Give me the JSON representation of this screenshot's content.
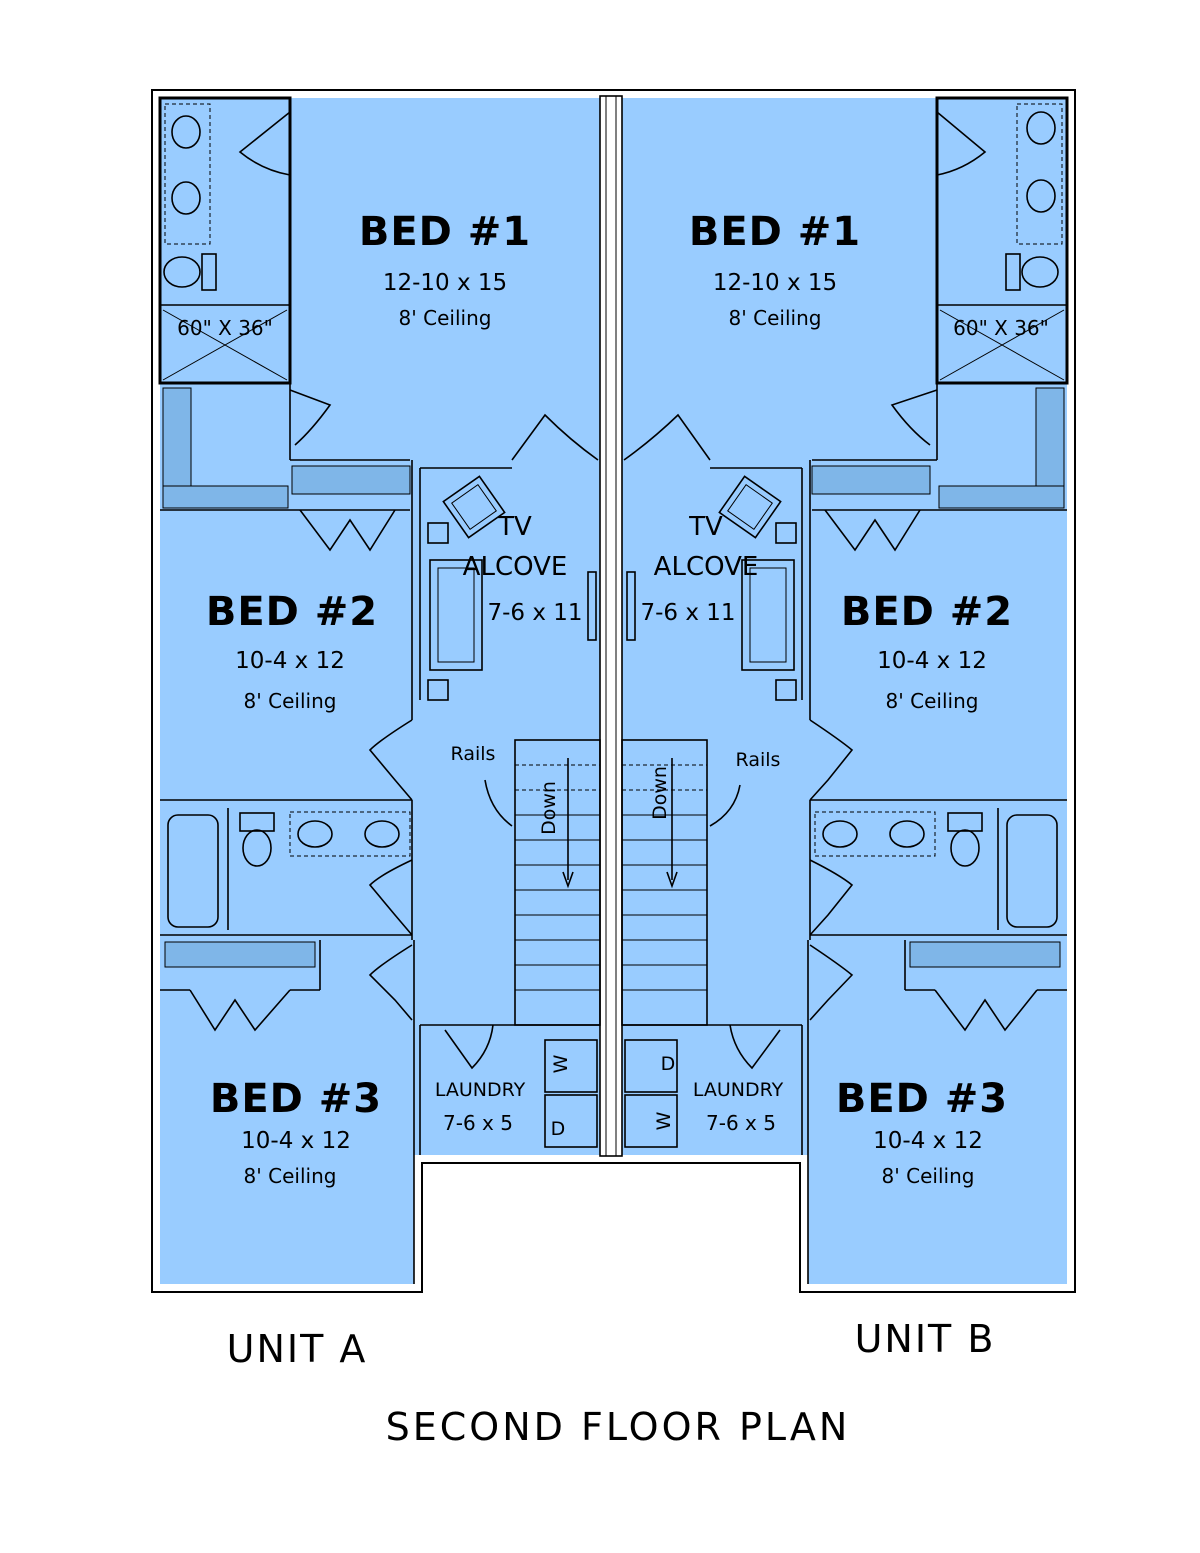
{
  "plan_title": "SECOND FLOOR PLAN",
  "units": [
    {
      "label": "UNIT A",
      "bed1": {
        "name": "BED #1",
        "size": "12-10 x 15",
        "ceiling": "8' Ceiling"
      },
      "bed2": {
        "name": "BED #2",
        "size": "10-4 x 12",
        "ceiling": "8' Ceiling"
      },
      "bed3": {
        "name": "BED #3",
        "size": "10-4 x 12",
        "ceiling": "8' Ceiling"
      },
      "tv": {
        "line1": "TV",
        "line2": "ALCOVE",
        "size": "7-6 x 11"
      },
      "laundry": {
        "name": "LAUNDRY",
        "size": "7-6 x 5",
        "washer": "W",
        "dryer": "D"
      },
      "shower": "60\" X 36\"",
      "rails": "Rails",
      "stair": "Down"
    },
    {
      "label": "UNIT B",
      "bed1": {
        "name": "BED #1",
        "size": "12-10 x 15",
        "ceiling": "8' Ceiling"
      },
      "bed2": {
        "name": "BED #2",
        "size": "10-4 x 12",
        "ceiling": "8' Ceiling"
      },
      "bed3": {
        "name": "BED #3",
        "size": "10-4 x 12",
        "ceiling": "8' Ceiling"
      },
      "tv": {
        "line1": "TV",
        "line2": "ALCOVE",
        "size": "7-6 x 11"
      },
      "laundry": {
        "name": "LAUNDRY",
        "size": "7-6 x 5",
        "washer": "W",
        "dryer": "D"
      },
      "shower": "60\" X 36\"",
      "rails": "Rails",
      "stair": "Down"
    }
  ],
  "colors": {
    "room_fill": "#99ccff",
    "wall": "#000000",
    "shelf_fill": "#7fb6e8",
    "background": "#ffffff"
  }
}
